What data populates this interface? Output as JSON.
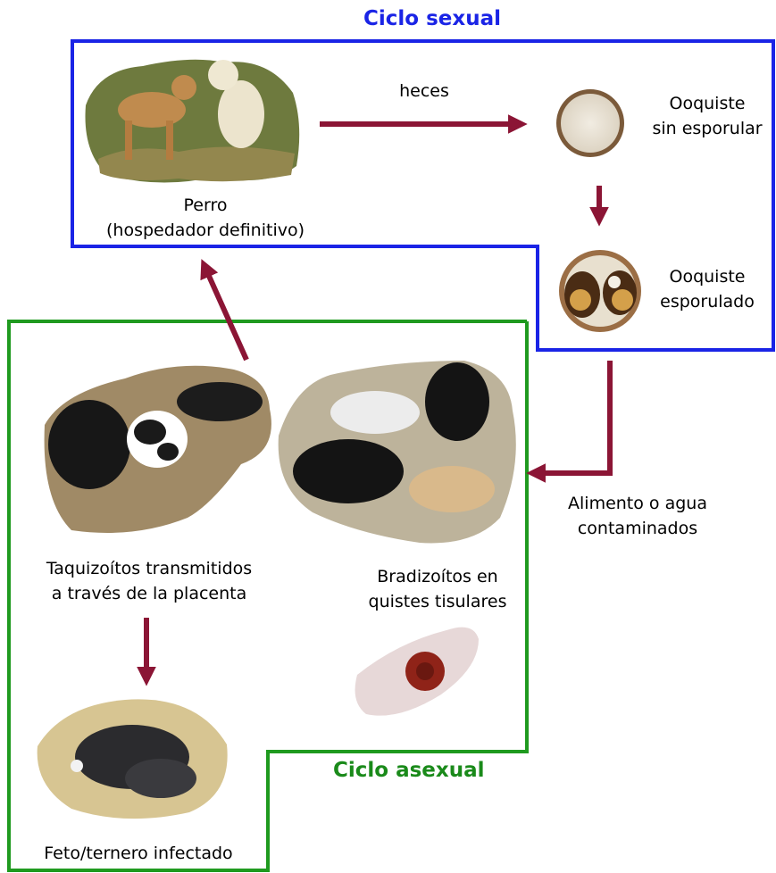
{
  "titles": {
    "sexual": "Ciclo sexual",
    "asexual": "Ciclo asexual"
  },
  "labels": {
    "perro": "Perro\n(hospedador definitivo)",
    "heces": "heces",
    "ooquiste_sin": "Ooquiste\nsin esporular",
    "ooquiste_esp": "Ooquiste\nesporulado",
    "alimento": "Alimento o agua\ncontaminados",
    "taquizoitos": "Taquizoítos transmitidos\na través de la placenta",
    "bradizoitos": "Bradizoítos en\nquistes tisulares",
    "feto": "Feto/ternero  infectado"
  },
  "colors": {
    "sexual_box": "#1a24e6",
    "asexual_box": "#1f9a1f",
    "arrow": "#8b1535",
    "sexual_title": "#1a24e6",
    "asexual_title": "#1a8a1a"
  }
}
